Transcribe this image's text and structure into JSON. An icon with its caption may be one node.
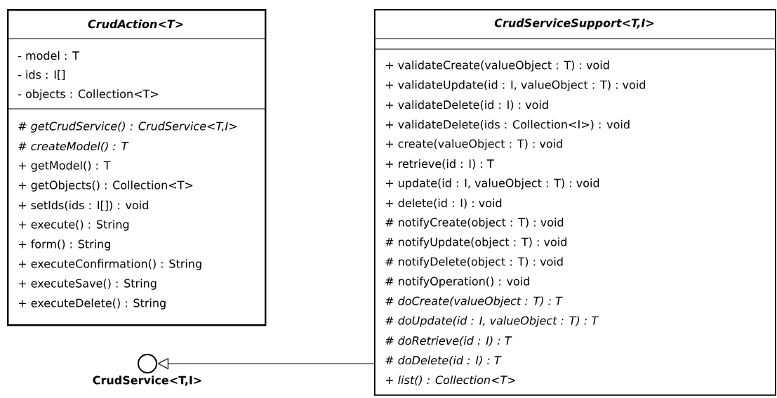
{
  "diagram": {
    "nodes": [
      {
        "text": [
          "CrudAction<T>",
          "- model : T",
          "- ids : I[]",
          "- objects : Collection<T>",
          "# getCrudService() : CrudService<T,I>",
          "# createModel() : T",
          "+ getModel() : T",
          "+ getObjects() : Collection<T>",
          "+ setIds(ids : I[]) : void",
          "+ execute() : String",
          "+ form() : String",
          "+ executeConfirmation() : String",
          "+ executeSave() : String",
          "+ executeDelete() : String"
        ]
      },
      {
        "text": [
          "CrudServiceSupport<T,I>",
          "+ validateCreate(valueObject : T) : void",
          "+ validateUpdate(id : I, valueObject : T) : void",
          "+ validateDelete(id : I) : void",
          "+ validateDelete(ids : Collection<I>) : void",
          "+ create(valueObject : T) : void",
          "+ retrieve(id : I) : T",
          "+ update(id : I, valueObject : T) : void",
          "+ delete(id : I) : void",
          "# notifyCreate(object : T) : void",
          "# notifyUpdate(object : T) : void",
          "# notifyDelete(object : T) : void",
          "# notifyOperation() : void",
          "# doCreate(valueObject : T) : T",
          "# doUpdate(id : I, valueObject : T) : T",
          "# doRetrieve(id : I) : T",
          "# doDelete(id : I) : T",
          "+ list() : Collection<T>"
        ]
      },
      {
        "text": [],
        "shape": "circle",
        "beside": [
          "CrudService<T,I>"
        ]
      }
    ],
    "edges": [
      {
        "from": 1,
        "to": 2,
        "arrow": "to"
      }
    ]
  }
}
